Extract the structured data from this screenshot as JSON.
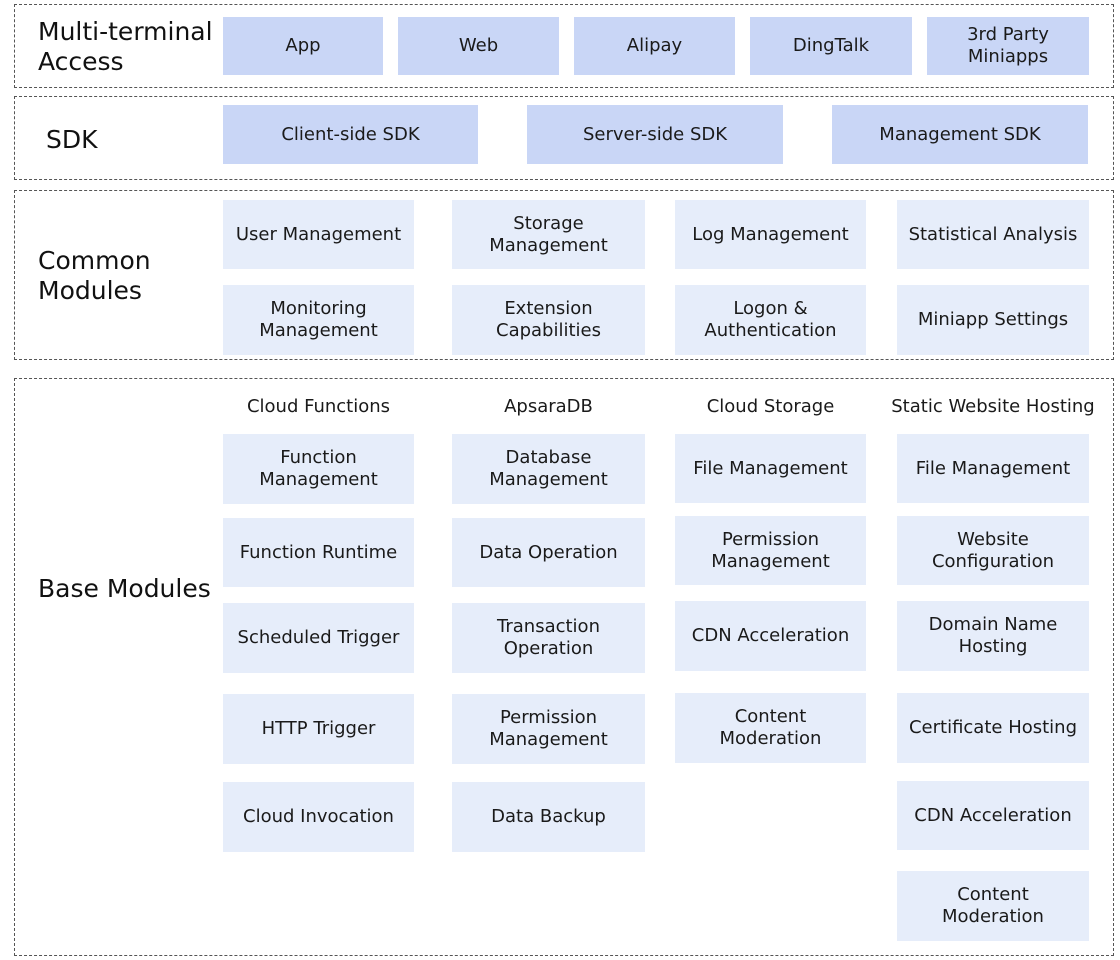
{
  "layers": {
    "access": {
      "label": "Multi-terminal\nAccess",
      "items": [
        "App",
        "Web",
        "Alipay",
        "DingTalk",
        "3rd Party Miniapps"
      ]
    },
    "sdk": {
      "label": "SDK",
      "items": [
        "Client-side SDK",
        "Server-side SDK",
        "Management SDK"
      ]
    },
    "common": {
      "label": "Common\nModules",
      "items": [
        "User Management",
        "Storage Management",
        "Log Management",
        "Statistical Analysis",
        "Monitoring\nManagement",
        "Extension Capabilities",
        "Logon &\nAuthentication",
        "Miniapp Settings"
      ]
    },
    "base": {
      "label": "Base Modules",
      "columns": [
        {
          "title": "Cloud Functions",
          "items": [
            "Function\nManagement",
            "Function Runtime",
            "Scheduled Trigger",
            "HTTP Trigger",
            "Cloud Invocation"
          ]
        },
        {
          "title": "ApsaraDB",
          "items": [
            "Database\nManagement",
            "Data Operation",
            "Transaction\nOperation",
            "Permission\nManagement",
            "Data Backup"
          ]
        },
        {
          "title": "Cloud Storage",
          "items": [
            "File Management",
            "Permission\nManagement",
            "CDN Acceleration",
            "Content\nModeration"
          ]
        },
        {
          "title": "Static Website Hosting",
          "items": [
            "File Management",
            "Website\nConfiguration",
            "Domain Name\nHosting",
            "Certificate Hosting",
            "CDN Acceleration",
            "Content\nModeration"
          ]
        }
      ]
    }
  },
  "colors": {
    "strong_box": "#c9d6f6",
    "soft_box": "#e6edfa",
    "border": "#555555"
  }
}
